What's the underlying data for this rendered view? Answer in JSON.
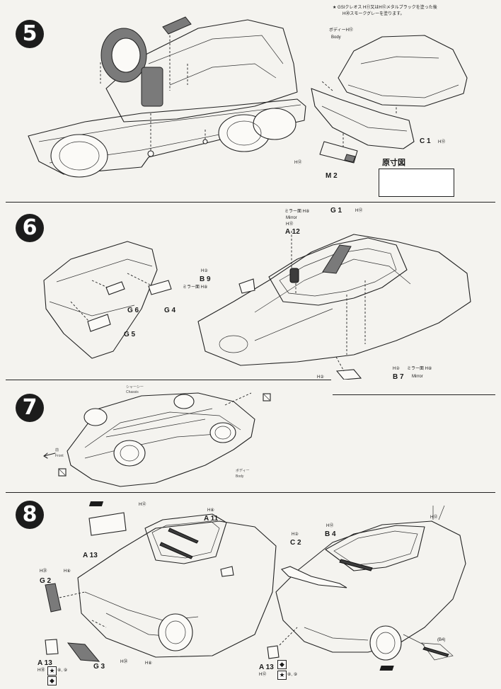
{
  "steps": [
    {
      "number": "5"
    },
    {
      "number": "6"
    },
    {
      "number": "7"
    },
    {
      "number": "8"
    }
  ],
  "step5": {
    "note_line1": "★ GSIクレオス H⑪又はH⑫メタルブラックを塗った後",
    "note_line2": "H⑳スモークグレーを塗ります。",
    "body_label_jp": "ボディーH⑫",
    "body_label_en": "Body",
    "c1": "C 1",
    "c1_color": "H⑫",
    "plate_color": "H⑫",
    "m2": "M 2",
    "actual_size": "原寸図"
  },
  "step6": {
    "mirror_jp": "ミラー面 H⑧",
    "mirror_en": "Mirror",
    "h12_top": "H⑫",
    "a12": "A 12",
    "g1": "G 1",
    "g1_color": "H⑫",
    "h2": "H②",
    "b9": "B 9",
    "mirror_b9": "ミラー面 H⑧",
    "g6": "G 6",
    "g4": "G 4",
    "g5": "G 5",
    "b7_color": "H②",
    "b7_mirror": "ミラー面 H⑧",
    "b7": "B 7",
    "b7_mirror_en": "Mirror",
    "b7_h2": "H②"
  },
  "step7": {
    "chassis_jp": "シャーシー",
    "chassis_en": "Chassis",
    "front_jp": "前",
    "front_en": "Front",
    "body_jp": "ボディー",
    "body_en": "Body"
  },
  "step8": {
    "h12_top": "H⑫",
    "h8_top": "H⑧",
    "a11": "A 11",
    "a13_top": "A 13",
    "h92": "H㉜",
    "h8_left": "H⑧",
    "g2": "G 2",
    "a13_bottom": "A 13",
    "h18_bottom": "H⑱",
    "star_paint": "⑧, ⑨",
    "g3": "G 3",
    "h92_bottom": "H㉜",
    "h8_bottom": "H⑧",
    "h2_right": "H②",
    "c2": "C 2",
    "h12_right": "H⑫",
    "b4": "B 4",
    "h12_far": "H⑫",
    "b4_detail": "(B4)",
    "a13_right": "A 13",
    "h12_right_b": "H⑫",
    "star_paint_right": "⑧, ⑨"
  }
}
